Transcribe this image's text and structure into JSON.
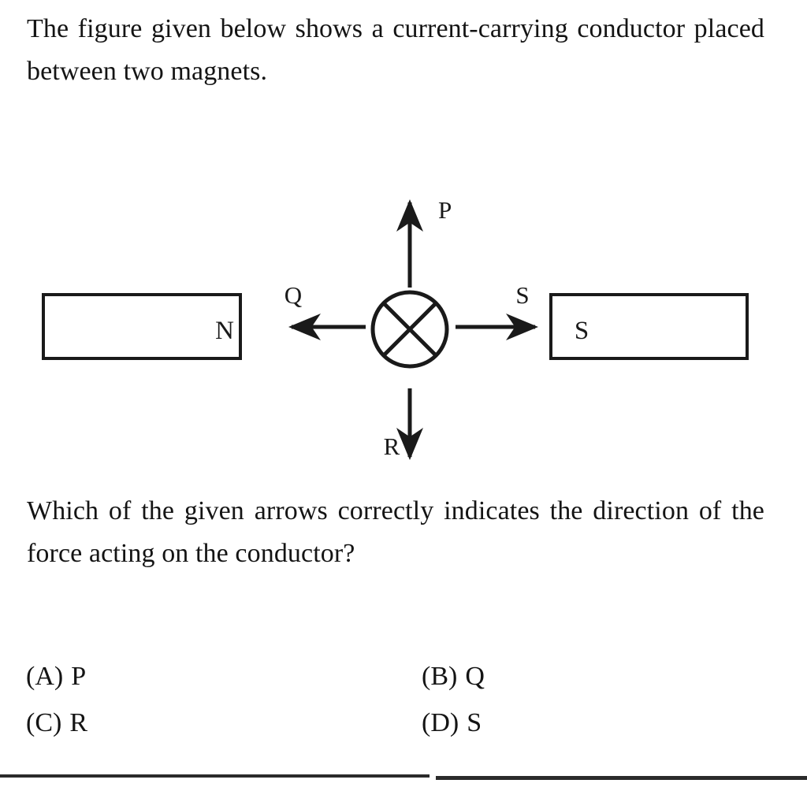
{
  "question": {
    "stem_top": "The figure given below shows a current-carrying conductor placed between two magnets.",
    "stem_bottom": "Which of the given arrows correctly indicates the direction of the force acting on the conductor?"
  },
  "figure": {
    "left_magnet": {
      "pole_label": "N",
      "name": "north-pole-magnet"
    },
    "right_magnet": {
      "pole_label": "S",
      "name": "south-pole-magnet"
    },
    "conductor": {
      "symbol": "current-into-page",
      "description": "circle with cross"
    },
    "arrows": [
      {
        "label": "P",
        "direction": "up"
      },
      {
        "label": "Q",
        "direction": "left"
      },
      {
        "label": "S",
        "direction": "right"
      },
      {
        "label": "R",
        "direction": "down"
      }
    ],
    "stroke_color": "#1a1a1a"
  },
  "options": [
    {
      "key": "(A)",
      "value": "P"
    },
    {
      "key": "(B)",
      "value": "Q"
    },
    {
      "key": "(C)",
      "value": "R"
    },
    {
      "key": "(D)",
      "value": "S"
    }
  ]
}
